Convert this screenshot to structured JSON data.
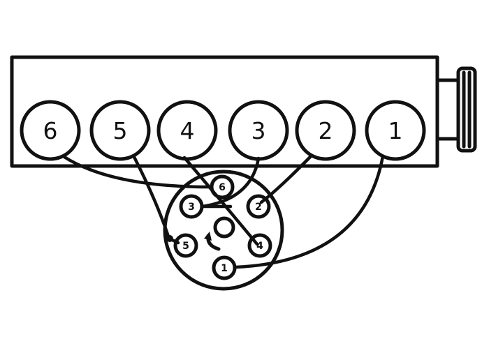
{
  "colors": {
    "ink": "#111111",
    "background": "#ffffff"
  },
  "engine": {
    "cylinders": [
      {
        "label": "6"
      },
      {
        "label": "5"
      },
      {
        "label": "4"
      },
      {
        "label": "3"
      },
      {
        "label": "2"
      },
      {
        "label": "1"
      }
    ]
  },
  "distributor": {
    "terminals": [
      {
        "label": "6"
      },
      {
        "label": "3"
      },
      {
        "label": "2"
      },
      {
        "label": "5"
      },
      {
        "label": "4"
      },
      {
        "label": "1"
      }
    ],
    "rotation_icon": "counterclockwise-arrow-icon"
  }
}
